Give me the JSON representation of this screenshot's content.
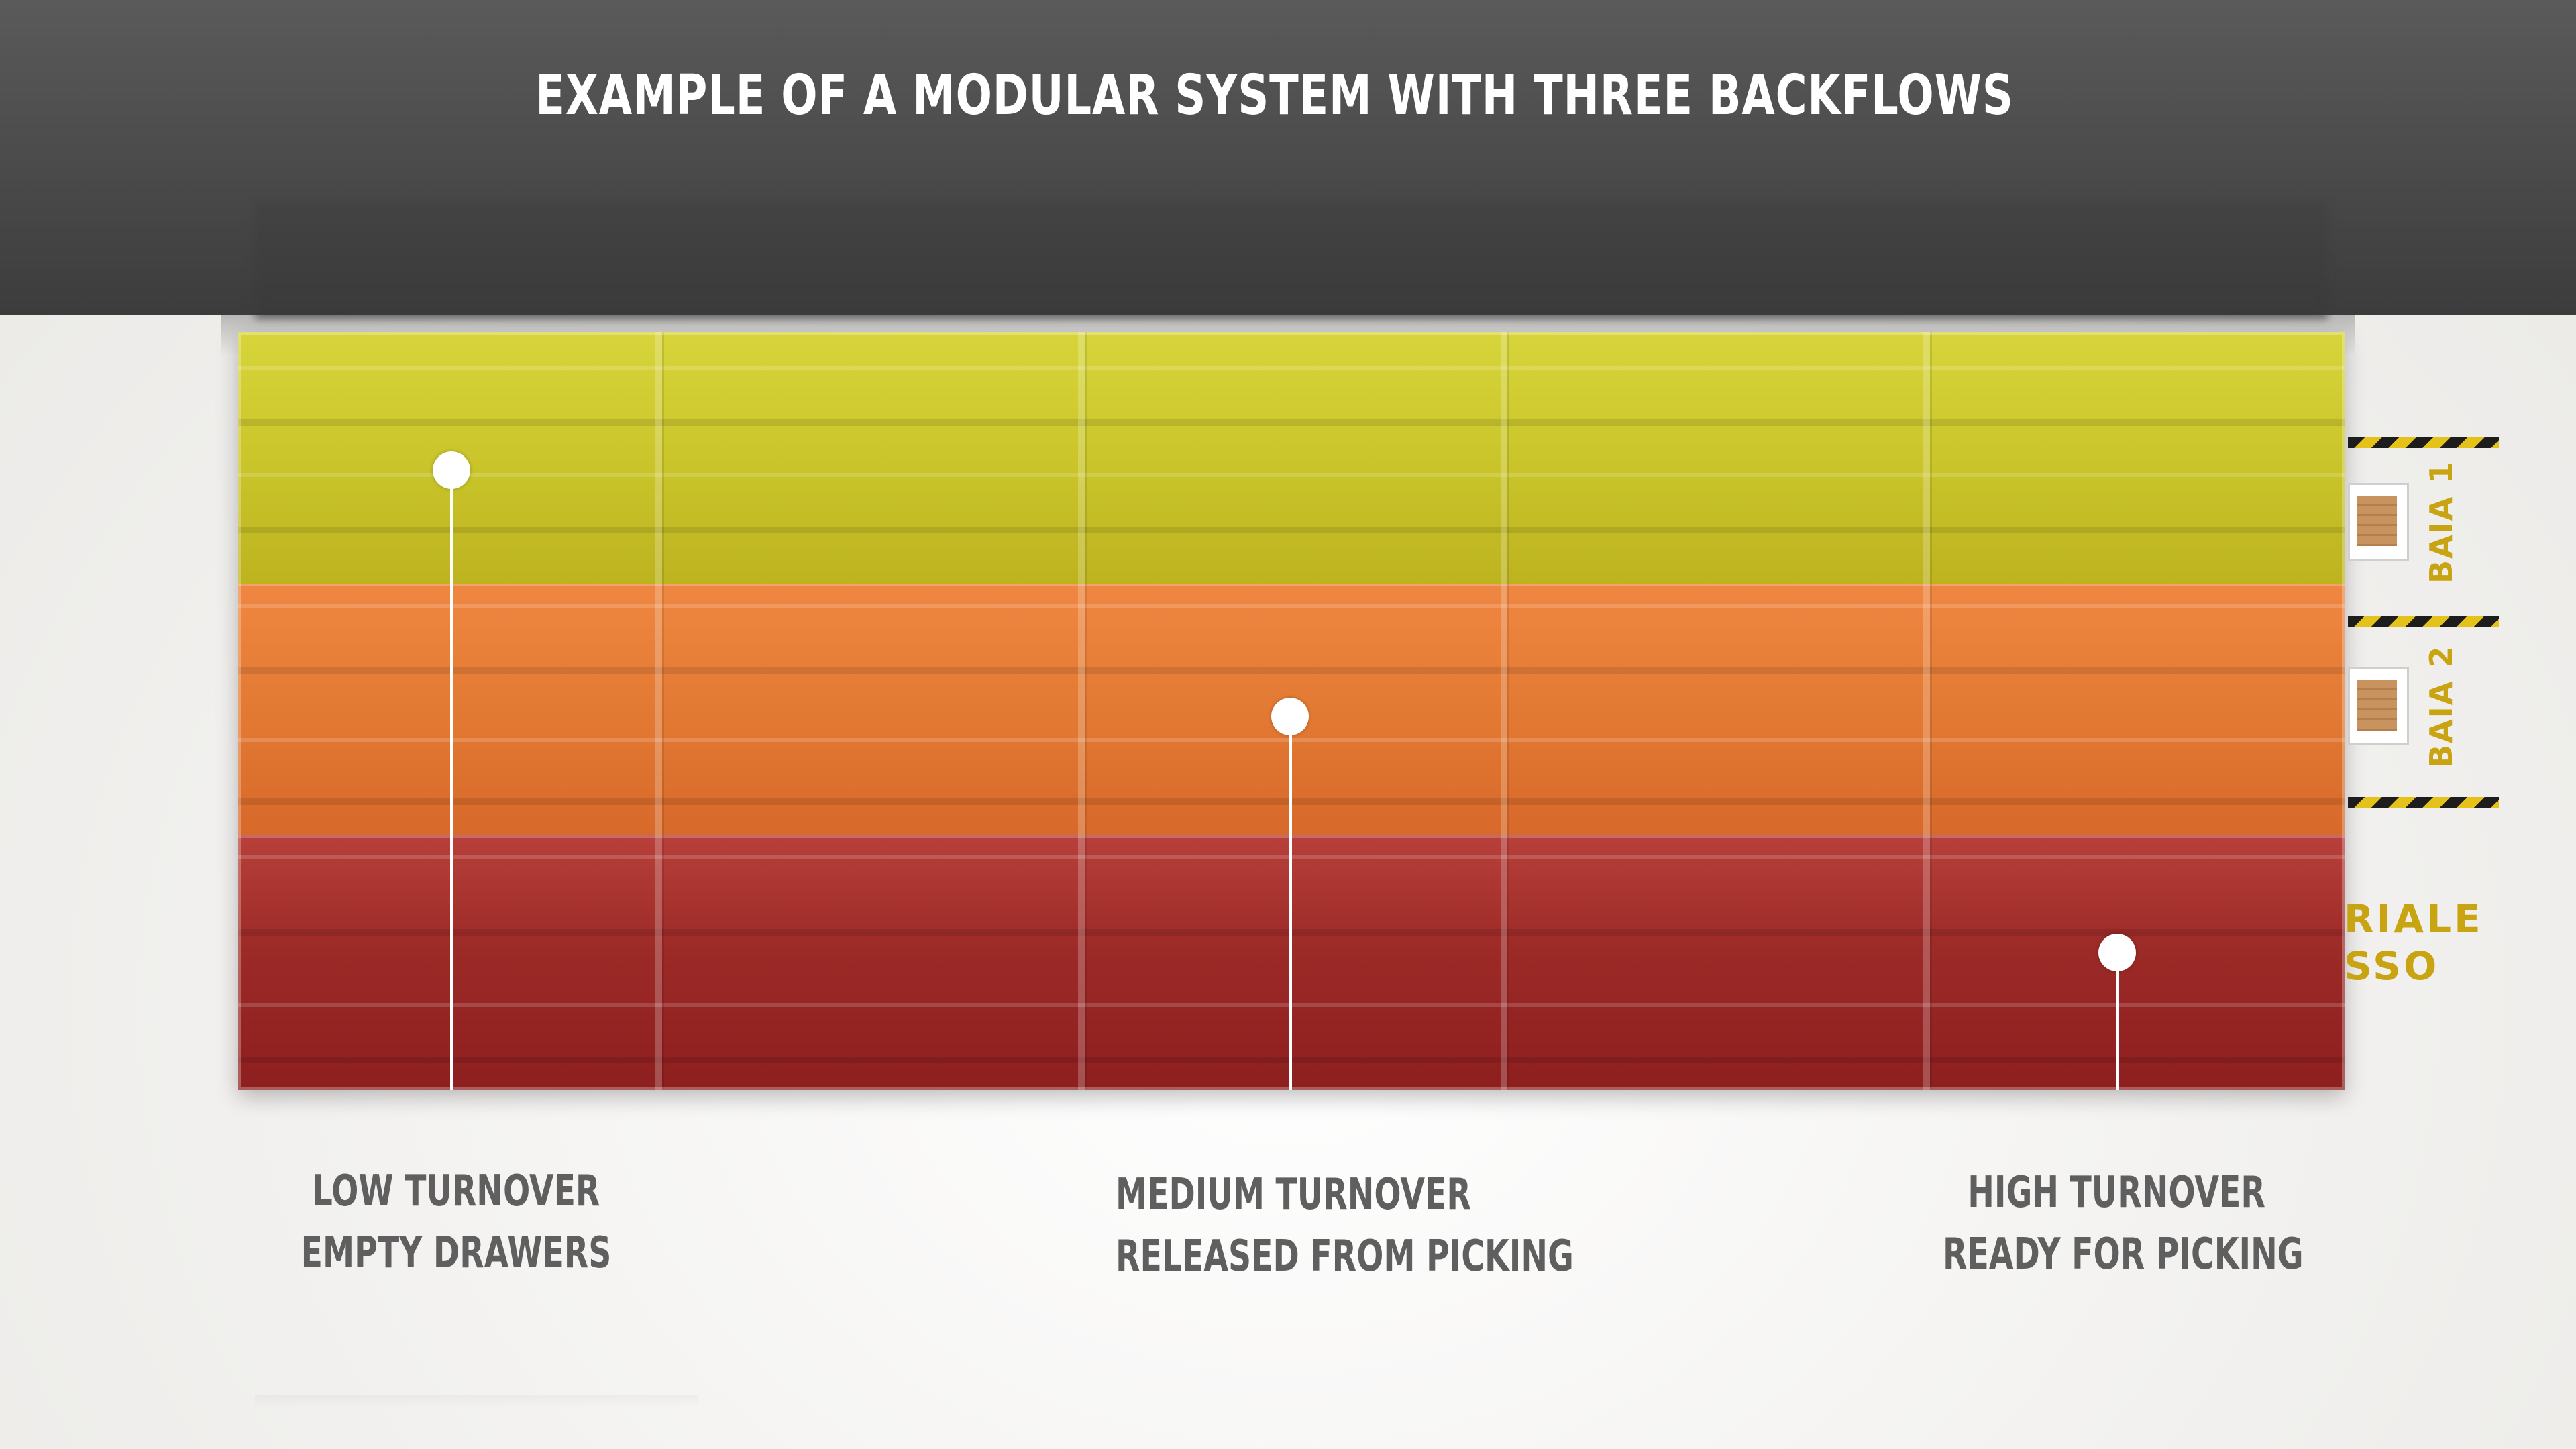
{
  "title": "EXAMPLE OF A MODULAR SYSTEM WITH THREE BACKFLOWS",
  "colors": {
    "low_turnover": "#c9c42a",
    "medium_turnover": "#e37a33",
    "high_turnover": "#9c2a27",
    "bay_text": "#c9a412",
    "caption_text": "#5f5f5f"
  },
  "bays": {
    "bay1_label": "BAIA 1",
    "bay2_label": "BAIA 2",
    "side_line1": "RIALE",
    "side_line2": "SSO"
  },
  "callouts": [
    {
      "line1": "LOW TURNOVER",
      "line2": "EMPTY DRAWERS"
    },
    {
      "line1": "MEDIUM TURNOVER",
      "line2": "RELEASED FROM PICKING"
    },
    {
      "line1": "HIGH TURNOVER",
      "line2": "READY FOR PICKING"
    }
  ]
}
